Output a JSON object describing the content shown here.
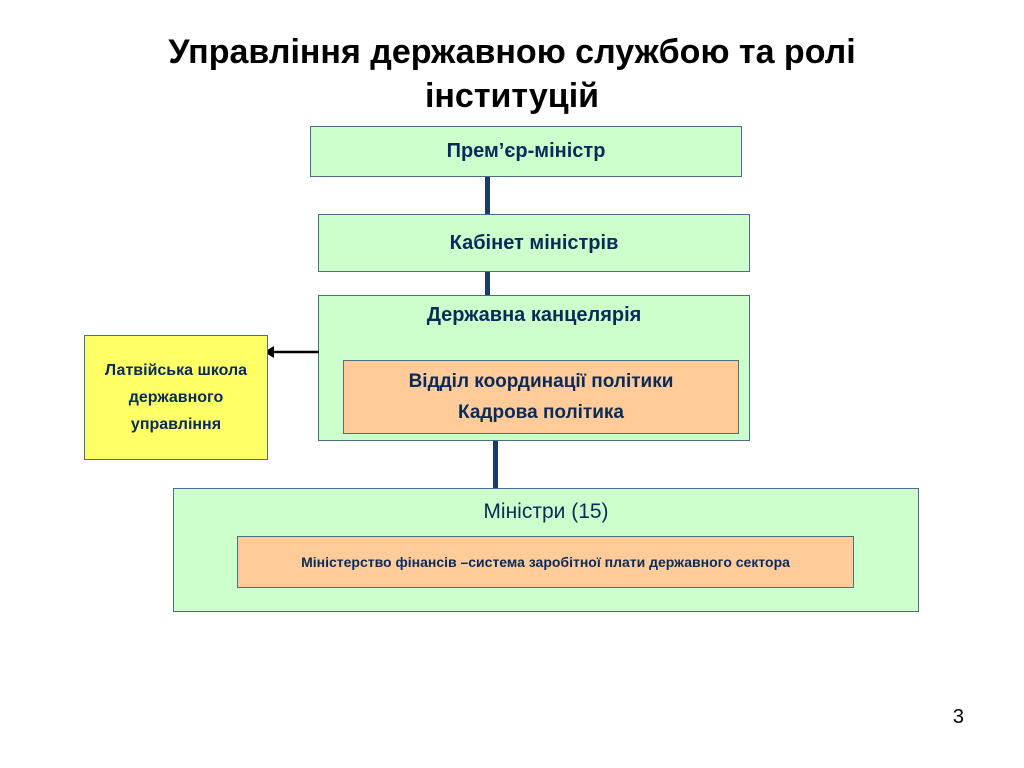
{
  "slide": {
    "title_line1": "Управління державною службою та ролі",
    "title_line2": "інституцій",
    "page_number": "3"
  },
  "org_chart": {
    "prime_minister": "Прем’єр-міністр",
    "cabinet": "Кабінет міністрів",
    "chancellery": {
      "label": "Державна канцелярія",
      "unit_line1": "Відділ координації політики",
      "unit_line2": "Кадрова політика"
    },
    "school": {
      "line1": "Латвійська школа",
      "line2": "державного",
      "line3": "управління"
    },
    "ministers": {
      "label": "Міністри (15)",
      "finance": "Міністерство фінансів –система заробітної плати державного сектора"
    }
  },
  "colors": {
    "green_box": "#ccffcc",
    "orange_box": "#ffcc99",
    "yellow_box": "#ffff66",
    "connector": "#1a3a6e",
    "text": "#0a2a5a"
  }
}
